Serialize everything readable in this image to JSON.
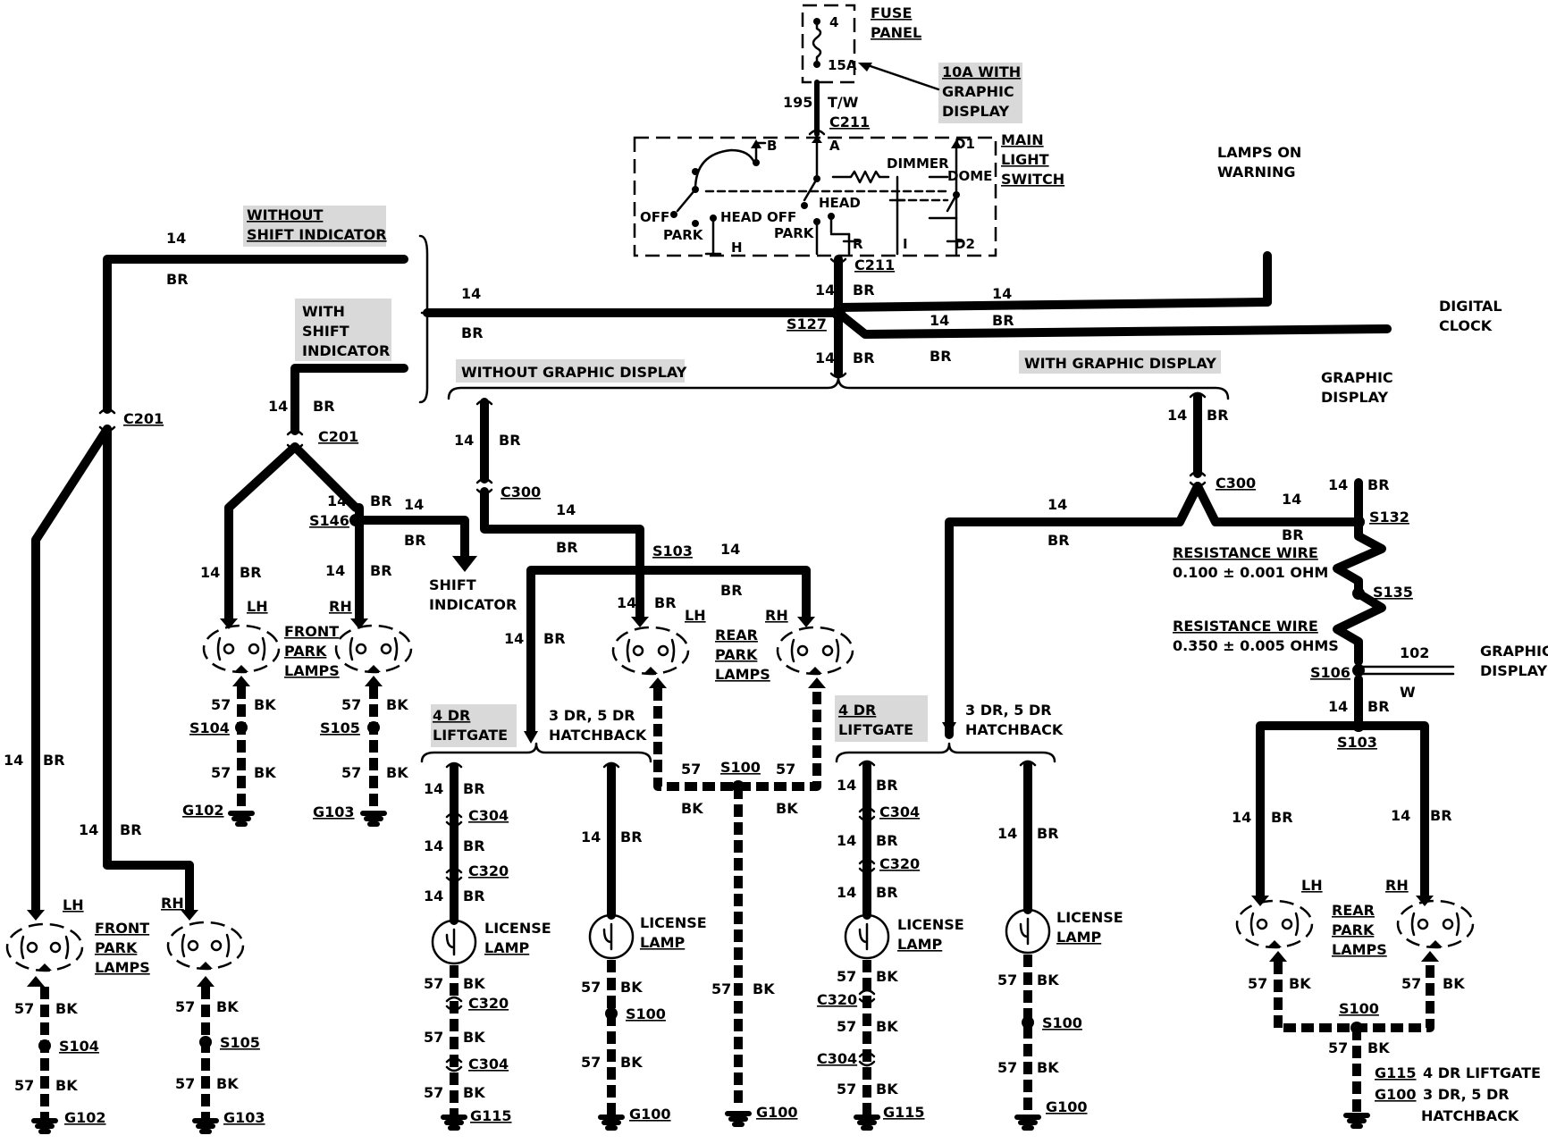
{
  "colors": {
    "wire": "#000000",
    "background": "#ffffff",
    "label_shade": "#d9d9d9"
  },
  "fuse": {
    "title": "FUSE",
    "title2": "PANEL",
    "term": "4",
    "amp": "15A",
    "note1": "10A WITH",
    "note2": "GRAPHIC",
    "note3": "DISPLAY",
    "circuit": "195",
    "color": "T/W",
    "conn": "C211"
  },
  "switch": {
    "title1": "MAIN",
    "title2": "LIGHT",
    "title3": "SWITCH",
    "dimmer": "DIMMER",
    "dome": "DOME",
    "off1": "OFF",
    "park1": "PARK",
    "head1": "HEAD",
    "off2": "OFF",
    "park2": "PARK",
    "head2": "HEAD",
    "b": "B",
    "a": "A",
    "d1": "D1",
    "d2": "D2",
    "h": "H",
    "r": "R",
    "i": "I",
    "conn_bottom": "C211"
  },
  "labels": {
    "lamps_on": "LAMPS ON",
    "warning": "WARNING",
    "digital": "DIGITAL",
    "clock": "CLOCK",
    "graphic": "GRAPHIC",
    "display": "DISPLAY",
    "without_shift_1": "WITHOUT",
    "without_shift_2": "SHIFT INDICATOR",
    "with_shift_1": "WITH",
    "with_shift_2": "SHIFT",
    "with_shift_3": "INDICATOR",
    "without_graphic": "WITHOUT GRAPHIC DISPLAY",
    "with_graphic": "WITH GRAPHIC DISPLAY",
    "shift_ind_1": "SHIFT",
    "shift_ind_2": "INDICATOR",
    "front": "FRONT",
    "park": "PARK",
    "lamps": "LAMPS",
    "rear": "REAR",
    "license": "LICENSE",
    "lamp": "LAMP",
    "dr4": "4 DR",
    "liftgate": "LIFTGATE",
    "dr35": "3 DR, 5 DR",
    "hatchback": "HATCHBACK",
    "res_wire": "RESISTANCE WIRE",
    "res1": "0.100 ± 0.001 OHM",
    "res2": "0.350 ± 0.005 OHMS",
    "lh": "LH",
    "rh": "RH",
    "g115_note": "4 DR LIFTGATE",
    "g100_note": "3 DR, 5 DR",
    "g100_note2": "HATCHBACK"
  },
  "wire": {
    "n14": "14",
    "br": "BR",
    "n57": "57",
    "bk": "BK",
    "n102": "102",
    "w": "W"
  },
  "connectors": {
    "c201": "C201",
    "c300": "C300",
    "c304": "C304",
    "c320": "C320"
  },
  "splices": {
    "s127": "S127",
    "s146": "S146",
    "s103": "S103",
    "s104": "S104",
    "s105": "S105",
    "s100": "S100",
    "s132": "S132",
    "s135": "S135",
    "s106": "S106"
  },
  "grounds": {
    "g102": "G102",
    "g103": "G103",
    "g115": "G115",
    "g100": "G100"
  }
}
